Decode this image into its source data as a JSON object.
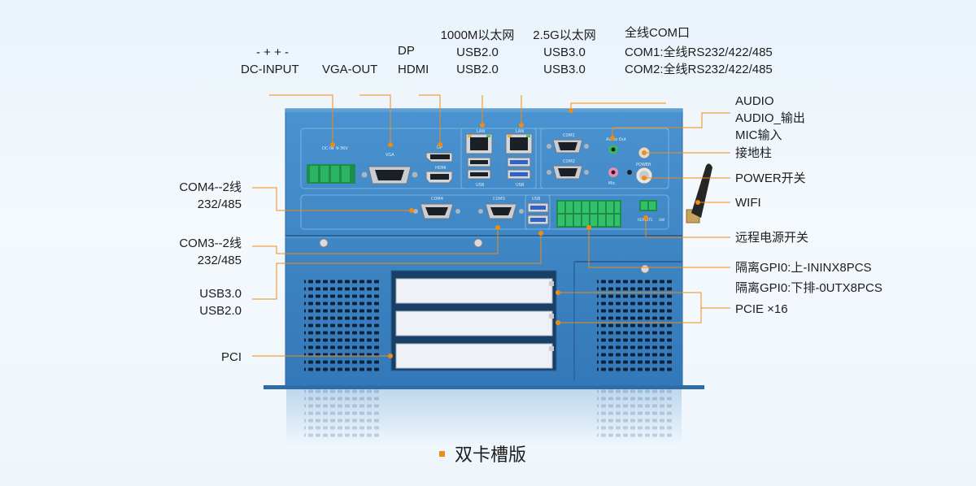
{
  "labels_top": {
    "dc_polarity": "- + + -",
    "dc_input": "DC-INPUT",
    "vga_out": "VGA-OUT",
    "dp": "DP",
    "hdmi": "HDMI",
    "lan1000": "1000M以太网",
    "usb20_a": "USB2.0",
    "usb20_b": "USB2.0",
    "lan25": "2.5G以太网",
    "usb30_a": "USB3.0",
    "usb30_b": "USB3.0",
    "com_title": "全线COM口",
    "com1": "COM1:全线RS232/422/485",
    "com2": "COM2:全线RS232/422/485"
  },
  "labels_left": {
    "com4_l1": "COM4--2线",
    "com4_l2": "232/485",
    "com3_l1": "COM3--2线",
    "com3_l2": "232/485",
    "usb30": "USB3.0",
    "usb20": "USB2.0",
    "pci": "PCI"
  },
  "labels_right": {
    "audio": "AUDIO",
    "audio_out": "AUDIO_输出",
    "mic_in": "MIC输入",
    "ground": "接地柱",
    "power": "POWER开关",
    "wifi": "WIFI",
    "remote_power": "远程电源开关",
    "gpio_in": "隔离GPI0:上-ININX8PCS",
    "gpio_out": "隔离GPI0:下排-0UTX8PCS",
    "pcie": "PCIE ×16"
  },
  "panel_marks": {
    "dc_in": "DC-IN",
    "volt": "9-36V",
    "vga": "VGA",
    "dp": "DP",
    "hdmi": "HDMI",
    "lan": "LAN",
    "usb": "USB",
    "com1": "COM1",
    "com2": "COM2",
    "com3": "COM3",
    "com4": "COM4",
    "audio_out": "Audio Out",
    "mic": "Mic",
    "power": "POWER",
    "remote": "REMOTE",
    "sw": "SW"
  },
  "caption": "双卡槽版",
  "colors": {
    "chassis": "#3c85c4",
    "leader": "#f08c12",
    "background": "#eef6fc"
  }
}
